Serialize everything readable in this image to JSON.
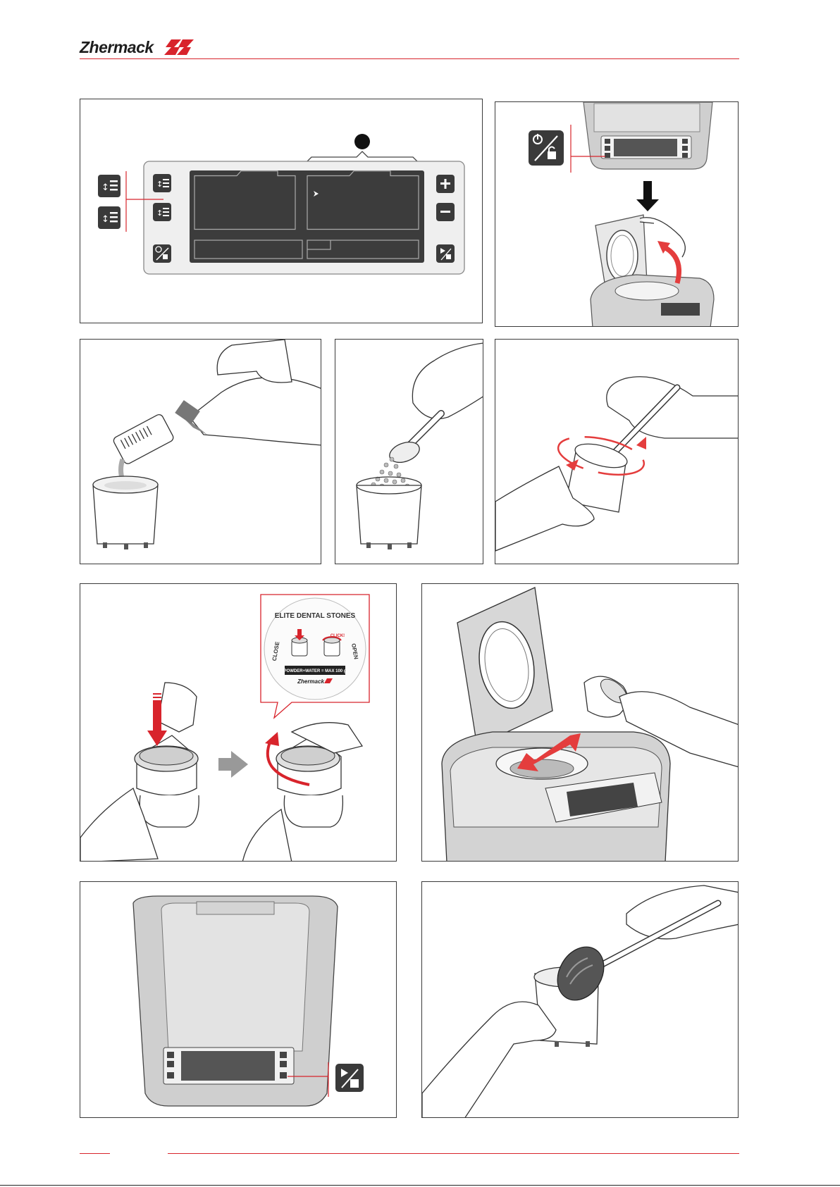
{
  "header": {
    "brand": "Zhermack",
    "accent_color": "#d8242c"
  },
  "lid_badge": {
    "top_text": "ELITE DENTAL STONES",
    "left_text": "CLOSE",
    "right_text": "OPEN",
    "click_text": "CLICK!",
    "capacity_text": "POWDER+WATER = MAX 100 g",
    "brand": "Zhermack"
  },
  "icons": {
    "program_up": "program-select-up-icon",
    "program_down": "program-select-down-icon",
    "power_unlock": "power-unlock-icon",
    "plus": "plus-icon",
    "minus": "minus-icon",
    "start_stop": "start-stop-icon"
  }
}
